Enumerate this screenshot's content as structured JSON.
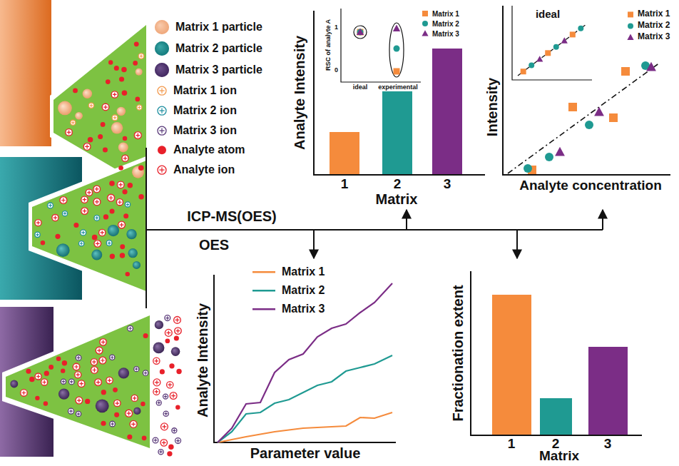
{
  "diagram": {
    "labels": [
      "ICP-MS(OES)",
      "OES",
      "Analyte Intensity",
      "1",
      "2",
      "3",
      "Matrix",
      "RSC of analyte A",
      "1",
      "0",
      "ideal",
      "experimental",
      "Intensity",
      "Analyte concentration",
      "ideal",
      "Analyte Intensity",
      "Parameter value",
      "Fractionation extent",
      "1",
      "2",
      "3",
      "Matrix"
    ],
    "legend": [
      {
        "text": "Matrix 1 particle",
        "color": "#f4b38c"
      },
      {
        "text": "Matrix 2 particle",
        "color": "#12898b"
      },
      {
        "text": "Matrix 3 particle",
        "color": "#4b2c6e"
      },
      {
        "text": "Matrix 1 ion"
      },
      {
        "text": "Matrix 2 ion"
      },
      {
        "text": "Matrix 3 ion"
      },
      {
        "text": "Analyte atom",
        "color": "#e8202a"
      },
      {
        "text": "Analyte ion"
      },
      {
        "text": "Matrix 1"
      },
      {
        "text": "Matrix 2"
      },
      {
        "text": "Matrix 3"
      },
      {
        "text": "Matrix 1"
      },
      {
        "text": "Matrix 2"
      },
      {
        "text": "Matrix 3"
      },
      {
        "text": "Matrix 1"
      },
      {
        "text": "Matrix 2"
      },
      {
        "text": "Matrix 3"
      }
    ]
  }
}
